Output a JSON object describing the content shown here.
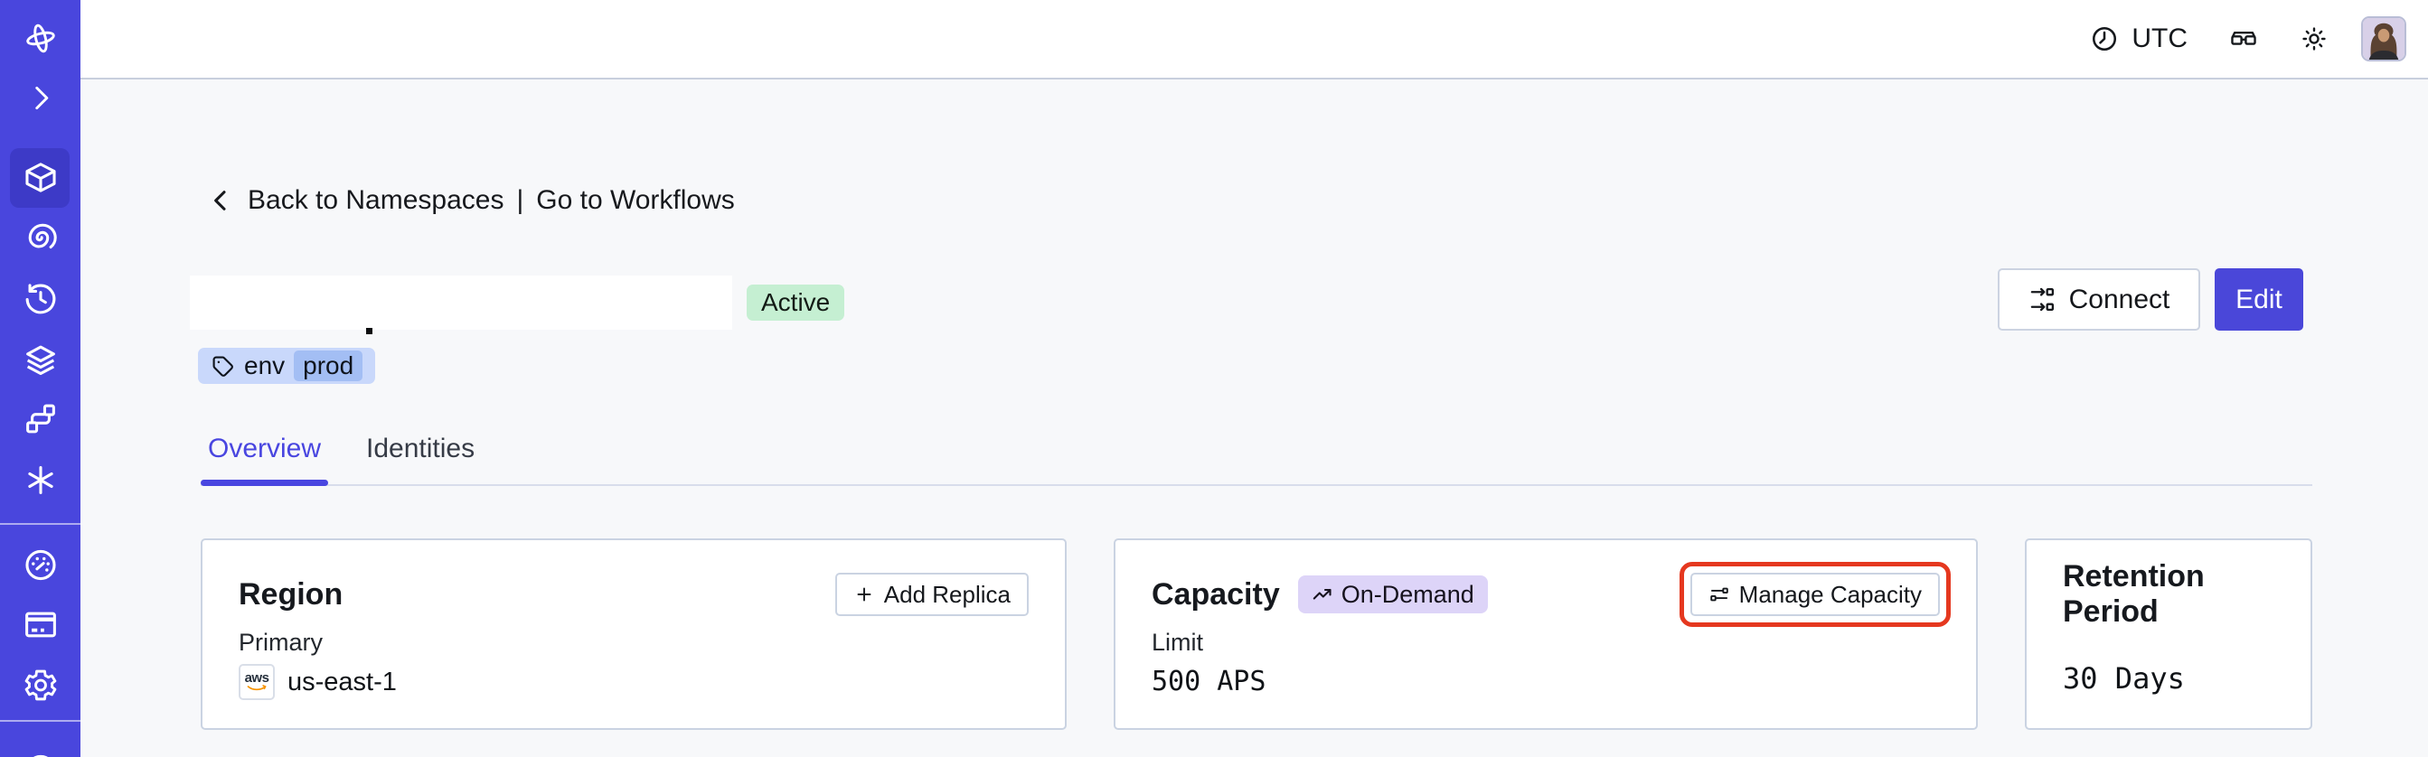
{
  "topbar": {
    "timezone": "UTC",
    "icons": [
      "clock-icon",
      "glasses-icon",
      "brightness-icon",
      "user-avatar"
    ]
  },
  "sidebar": {
    "active_item": "namespaces",
    "icons": [
      "temporal-logo-icon",
      "chevron-right-icon",
      "namespaces-cube-icon",
      "workflows-spiral-icon",
      "history-clock-icon",
      "layers-icon",
      "pipeline-branch-icon",
      "nexus-asterisk-icon",
      "usage-gauge-icon",
      "billing-card-icon",
      "settings-gear-icon",
      "partial-circle-icon"
    ]
  },
  "breadcrumb": {
    "back": "Back to Namespaces",
    "separator": "|",
    "forward": "Go to Workflows"
  },
  "namespace": {
    "status": "Active",
    "tag": {
      "key": "env",
      "value": "prod"
    }
  },
  "actions": {
    "connect": "Connect",
    "edit": "Edit"
  },
  "tabs": [
    {
      "label": "Overview",
      "active": true
    },
    {
      "label": "Identities",
      "active": false
    }
  ],
  "cards": {
    "region": {
      "title": "Region",
      "button": "Add Replica",
      "label": "Primary",
      "provider": "aws",
      "value": "us-east-1"
    },
    "capacity": {
      "title": "Capacity",
      "badge": "On-Demand",
      "button": "Manage Capacity",
      "label": "Limit",
      "value": "500 APS",
      "highlighted": true
    },
    "retention": {
      "title": "Retention Period",
      "value": "30 Days"
    }
  },
  "colors": {
    "sidebar": "#4946dd",
    "sidebar_active": "#3d3ac7",
    "accent": "#4a47d9",
    "highlight_outline": "#e5381f",
    "status_badge_bg": "#c5efd2",
    "tag_bg": "#c9d8fb",
    "tag_value_bg": "#a3bef4",
    "ondemand_bg": "#ddd4f8",
    "aws_orange": "#f79400",
    "page_bg": "#f7f8fa"
  }
}
